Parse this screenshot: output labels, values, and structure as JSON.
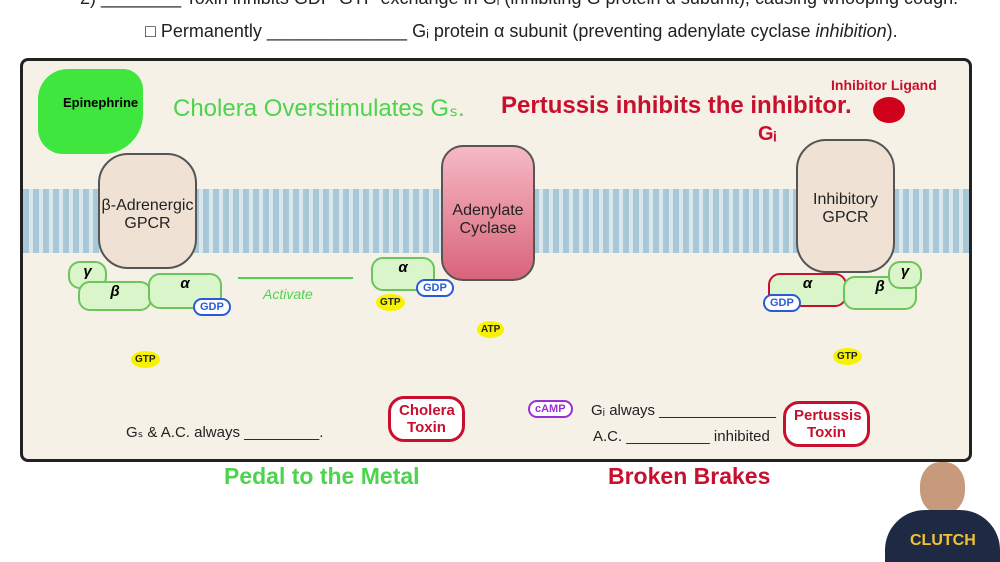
{
  "notes": {
    "line1": "2) ________ Toxin inhibits GDP-GTP exchange in Gᵢ (inhibiting G protein α subunit), causing whooping cough.",
    "line2_prefix": "□ Permanently ______________ Gᵢ protein α subunit (preventing adenylate cyclase ",
    "line2_italic": "inhibition",
    "line2_suffix": ")."
  },
  "diagram": {
    "epinephrine": "Epinephrine",
    "cholera_title": "Cholera Overstimulates Gₛ.",
    "pertussis_title": "Pertussis inhibits the inhibitor.",
    "gi_label": "Gᵢ",
    "inhibitor_ligand": "Inhibitor Ligand",
    "beta_gpcr": "β-Adrenergic GPCR",
    "adenylate_cyclase": "Adenylate Cyclase",
    "inhibitory_gpcr": "Inhibitory GPCR",
    "gamma": "γ",
    "beta": "β",
    "alpha": "α",
    "gdp": "GDP",
    "gtp": "GTP",
    "atp": "ATP",
    "camp": "cAMP",
    "activate": "Activate",
    "cholera_toxin": "Cholera Toxin",
    "pertussis_toxin": "Pertussis Toxin",
    "gs_blank": "Gₛ & A.C. always _________.",
    "gi_blank": "Gᵢ always ______________",
    "ac_blank": "A.C. __________ inhibited"
  },
  "captions": {
    "left": "Pedal to the Metal",
    "right": "Broken Brakes"
  },
  "logo": "CLUTCH",
  "colors": {
    "green": "#4cd44c",
    "red": "#c8102e",
    "blue": "#2a5bd7"
  }
}
